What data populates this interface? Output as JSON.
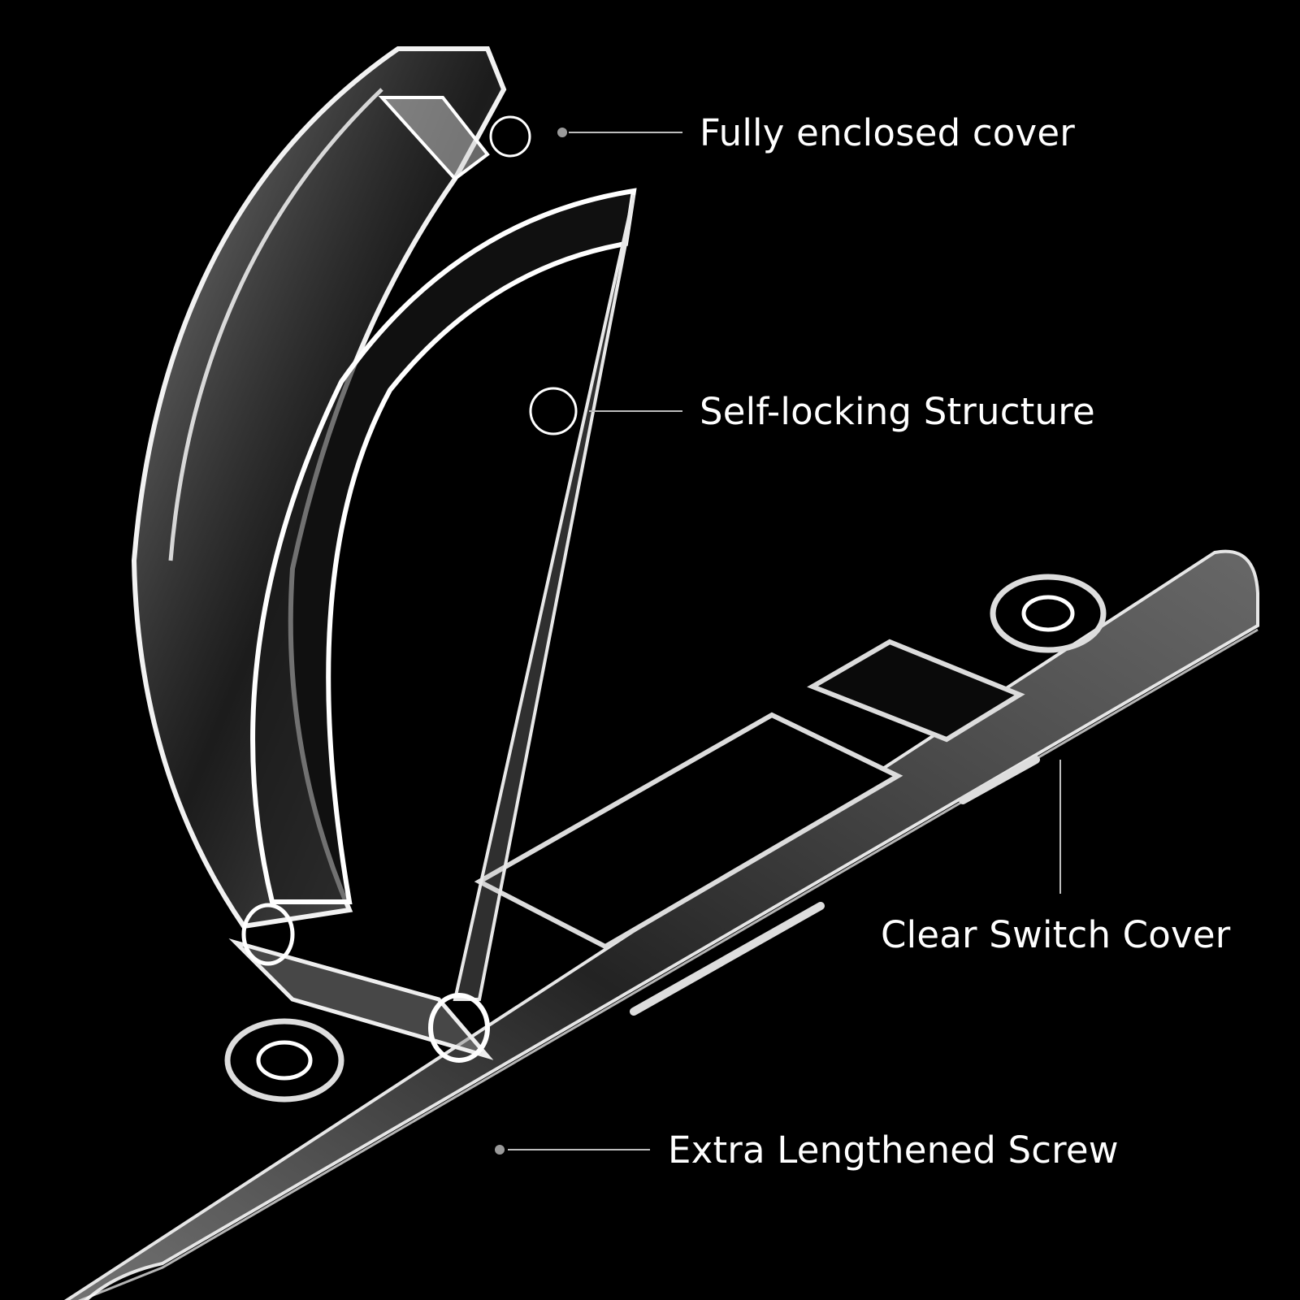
{
  "callouts": {
    "cover": "Fully enclosed cover",
    "lock": "Self-locking Structure",
    "switch": "Clear Switch Cover",
    "screw": "Extra Lengthened Screw"
  },
  "colors": {
    "background": "#000000",
    "text": "#ffffff",
    "leader": "#bdbdbd"
  }
}
